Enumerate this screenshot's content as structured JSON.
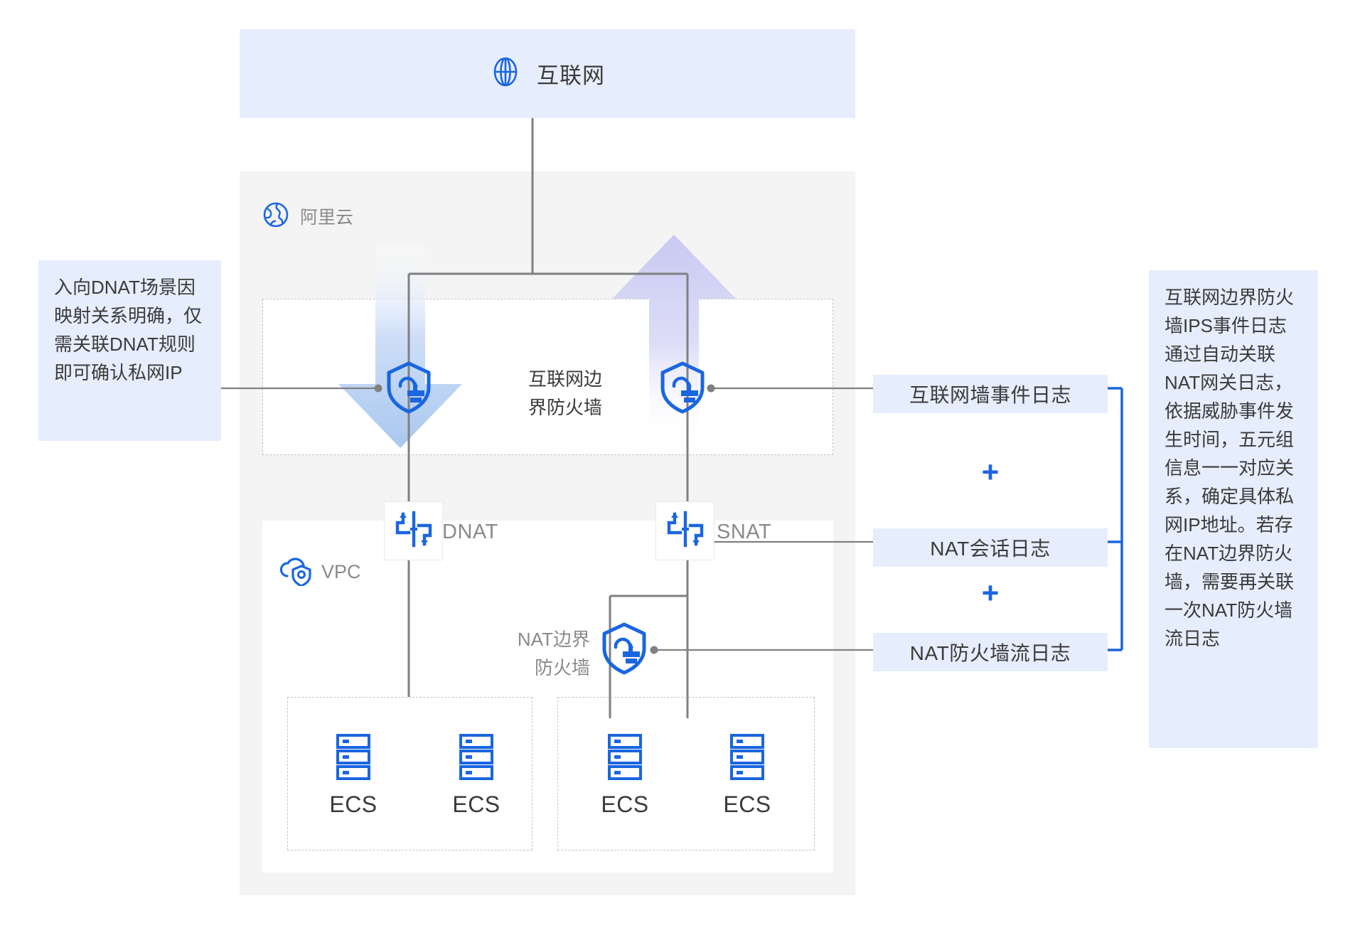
{
  "diagram": {
    "title_region": {
      "internet_label": "互联网",
      "internet_icon": "globe-icon"
    },
    "cloud": {
      "label": "阿里云",
      "icon": "earth-globe-icon"
    },
    "internet_firewall": {
      "label_line1": "互联网边",
      "label_line2": "界防火墙",
      "left_icon": "cloud-firewall-shield-icon",
      "right_icon": "cloud-firewall-shield-icon"
    },
    "vpc": {
      "label": "VPC",
      "icon": "cloud-shield-icon"
    },
    "nat_nodes": [
      {
        "id": "dnat",
        "label": "DNAT",
        "icon": "nat-gateway-icon"
      },
      {
        "id": "snat",
        "label": "SNAT",
        "icon": "nat-gateway-icon"
      }
    ],
    "nat_firewall": {
      "label_line1": "NAT边界",
      "label_line2": "防火墙",
      "icon": "cloud-firewall-shield-icon"
    },
    "ecs_groups": [
      {
        "id": "ecs-group-left",
        "items": [
          {
            "label": "ECS",
            "icon": "server-rack-icon"
          },
          {
            "label": "ECS",
            "icon": "server-rack-icon"
          }
        ]
      },
      {
        "id": "ecs-group-right",
        "items": [
          {
            "label": "ECS",
            "icon": "server-rack-icon"
          },
          {
            "label": "ECS",
            "icon": "server-rack-icon"
          }
        ]
      }
    ],
    "log_chips": [
      {
        "id": "internet-wall-event-log",
        "label": "互联网墙事件日志"
      },
      {
        "id": "nat-session-log",
        "label": "NAT会话日志"
      },
      {
        "id": "nat-firewall-flow-log",
        "label": "NAT防火墙流日志"
      }
    ],
    "plus_signs": [
      {
        "id": "plus-1",
        "label": "+"
      },
      {
        "id": "plus-2",
        "label": "+"
      }
    ],
    "callouts": {
      "left": "入向DNAT场景因映射关系明确，仅需关联DNAT规则即可确认私网IP",
      "right": "互联网边界防火墙IPS事件日志通过自动关联NAT网关日志，依据威胁事件发生时间，五元组信息一一对应关系，确定具体私网IP地址。若存在NAT边界防火墙，需要再关联一次NAT防火墙流日志"
    },
    "colors": {
      "accent_blue": "#1a66e0",
      "pale_blue_panel": "#e6edfd",
      "arrow_down": "#b9d0f2",
      "arrow_up": "#d8d8f5",
      "grey_panel": "#f4f4f4",
      "line_grey": "#808080",
      "text_dark": "#3b3b3b",
      "text_grey": "#8a8a8a",
      "dashed_grey": "#c3c3c3"
    }
  }
}
